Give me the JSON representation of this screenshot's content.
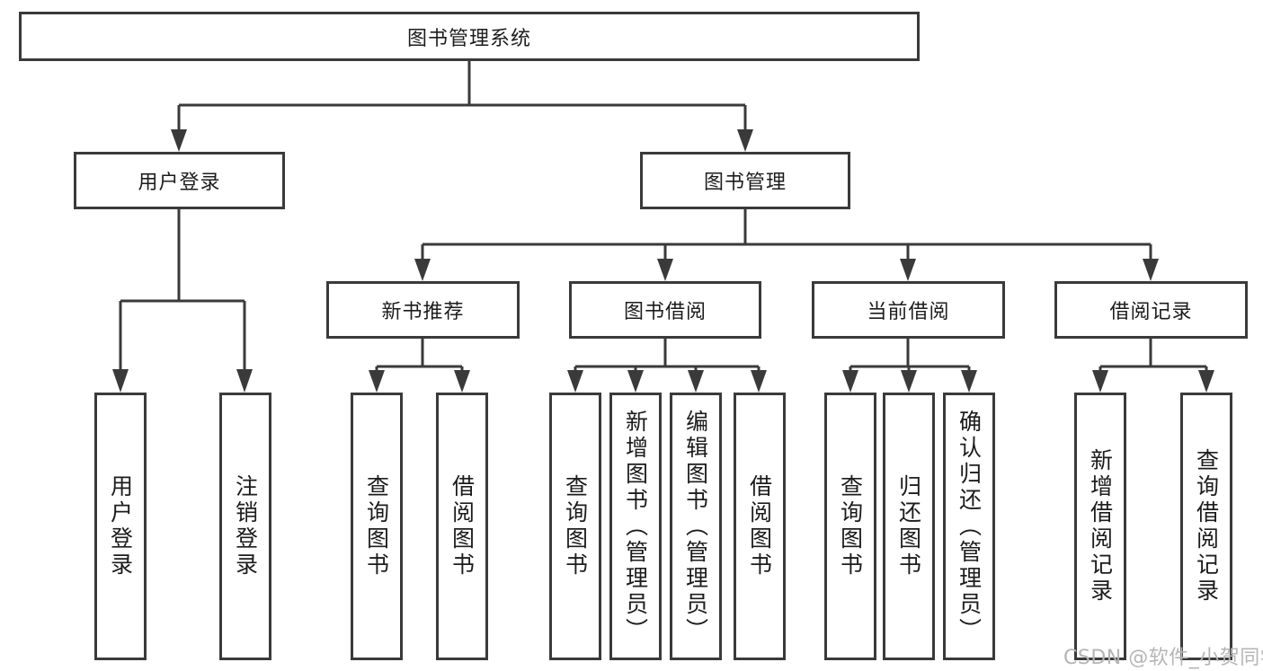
{
  "tree": {
    "root": {
      "label": "图书管理系统",
      "children": [
        {
          "label": "用户登录",
          "children": [
            {
              "label": "用户登录"
            },
            {
              "label": "注销登录"
            }
          ]
        },
        {
          "label": "图书管理",
          "children": [
            {
              "label": "新书推荐",
              "children": [
                {
                  "label": "查询图书"
                },
                {
                  "label": "借阅图书"
                }
              ]
            },
            {
              "label": "图书借阅",
              "children": [
                {
                  "label": "查询图书"
                },
                {
                  "label": "新增图书（管理员）"
                },
                {
                  "label": "编辑图书（管理员）"
                },
                {
                  "label": "借阅图书"
                }
              ]
            },
            {
              "label": "当前借阅",
              "children": [
                {
                  "label": "查询图书"
                },
                {
                  "label": "归还图书"
                },
                {
                  "label": "确认归还（管理员）"
                }
              ]
            },
            {
              "label": "借阅记录",
              "children": [
                {
                  "label": "新增借阅记录"
                },
                {
                  "label": "查询借阅记录"
                }
              ]
            }
          ]
        }
      ]
    }
  },
  "watermark": {
    "text": "CSDN @软件_小贺同学",
    "color": "#b5b5b5"
  },
  "colors": {
    "line": "#3a3a3a",
    "box_border": "#3a3a3a",
    "text": "#1c1c1c",
    "background": "#ffffff"
  }
}
